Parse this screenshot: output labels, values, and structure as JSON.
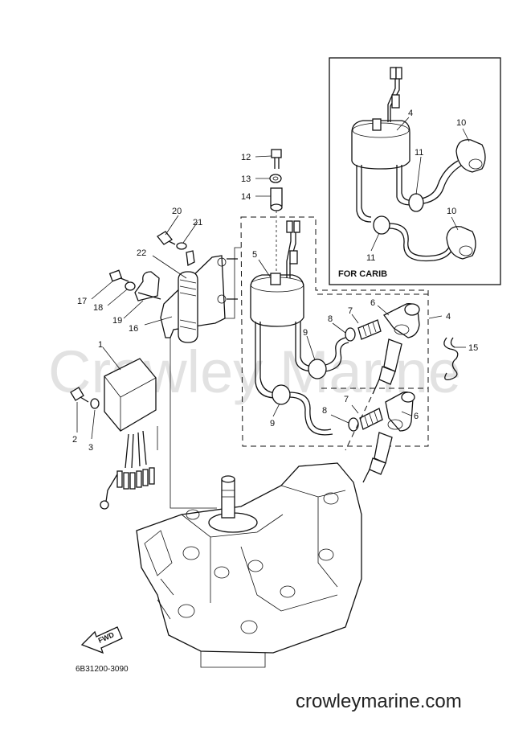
{
  "watermark_text": "Crowley Marine",
  "website": "crowleymarine.com",
  "diagram_code": "6B31200-3090",
  "inset": {
    "label": "FOR CARIB"
  },
  "fwd_label": "FWD",
  "callouts": [
    {
      "id": "c1",
      "text": "1"
    },
    {
      "id": "c2",
      "text": "2"
    },
    {
      "id": "c3",
      "text": "3"
    },
    {
      "id": "c4",
      "text": "4"
    },
    {
      "id": "c5",
      "text": "5"
    },
    {
      "id": "c6a",
      "text": "6"
    },
    {
      "id": "c6b",
      "text": "6"
    },
    {
      "id": "c7a",
      "text": "7"
    },
    {
      "id": "c7b",
      "text": "7"
    },
    {
      "id": "c8a",
      "text": "8"
    },
    {
      "id": "c8b",
      "text": "8"
    },
    {
      "id": "c9a",
      "text": "9"
    },
    {
      "id": "c9b",
      "text": "9"
    },
    {
      "id": "c12",
      "text": "12"
    },
    {
      "id": "c13",
      "text": "13"
    },
    {
      "id": "c14",
      "text": "14"
    },
    {
      "id": "c15",
      "text": "15"
    },
    {
      "id": "c16",
      "text": "16"
    },
    {
      "id": "c17",
      "text": "17"
    },
    {
      "id": "c18",
      "text": "18"
    },
    {
      "id": "c19",
      "text": "19"
    },
    {
      "id": "c20",
      "text": "20"
    },
    {
      "id": "c21",
      "text": "21"
    },
    {
      "id": "c22",
      "text": "22"
    },
    {
      "id": "i4",
      "text": "4"
    },
    {
      "id": "i10a",
      "text": "10"
    },
    {
      "id": "i10b",
      "text": "10"
    },
    {
      "id": "i11a",
      "text": "11"
    },
    {
      "id": "i11b",
      "text": "11"
    }
  ]
}
